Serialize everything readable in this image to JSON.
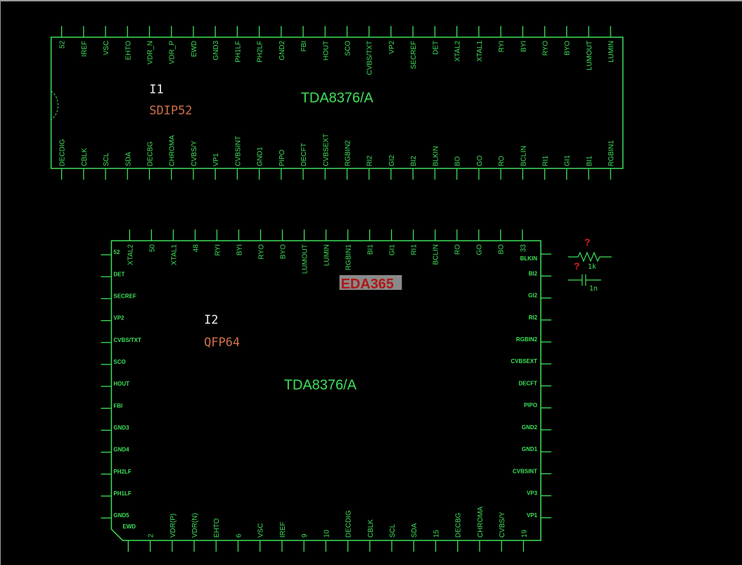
{
  "colors": {
    "wire": "#3fe05a",
    "background": "#000000",
    "designator": "#f0f0f0",
    "package": "#d0704a",
    "watermark": "#b01818",
    "watermark_bg": "#8a8a8a",
    "unknown": "#e02020"
  },
  "chip1": {
    "designator": "I1",
    "package": "SDIP52",
    "part": "TDA8376/A",
    "top_pins": [
      "52",
      "IREF",
      "VSC",
      "EHTO",
      "VDR_N",
      "VDR_P",
      "EWD",
      "GND3",
      "PH1LF",
      "PH2LF",
      "GND2",
      "FBI",
      "HOUT",
      "SCO",
      "CVBS/TXT",
      "VP2",
      "SECREF",
      "DET",
      "XTAL2",
      "XTAL1",
      "RYI",
      "BYI",
      "RYO",
      "BYO",
      "LUMOUT",
      "LUMIN"
    ],
    "bottom_pins": [
      "DECDIG",
      "CBLK",
      "SCL",
      "SDA",
      "DECBG",
      "CHROMA",
      "CVBS/Y",
      "VP1",
      "CVBSINT",
      "GND1",
      "PIPO",
      "DECFT",
      "CVBSEXT",
      "RGBIN2",
      "RI2",
      "GI2",
      "BI2",
      "BLKIN",
      "BO",
      "GO",
      "RO",
      "BCLIN",
      "RI1",
      "GI1",
      "BI1",
      "RGBIN1"
    ]
  },
  "chip2": {
    "designator": "I2",
    "package": "QFP64",
    "part": "TDA8376/A",
    "watermark": "EDA365",
    "top_pins": [
      "XTAL2",
      "50",
      "XTAL1",
      "48",
      "RYI",
      "BYI",
      "RYO",
      "BYO",
      "LUMOUT",
      "LUMIN",
      "RGBIN1",
      "BI1",
      "GI1",
      "RI1",
      "BCLIN",
      "RO",
      "GO",
      "BO",
      "33"
    ],
    "bottom_pins": [
      "",
      "2",
      "VDR(P)",
      "VDR(N)",
      "EHTO",
      "6",
      "VSC",
      "IREF",
      "9",
      "10",
      "DECDIG",
      "CBLK",
      "SCL",
      "SDA",
      "15",
      "DECBG",
      "CHROMA",
      "CVBS/Y",
      "19"
    ],
    "left_pins": [
      "52",
      "DET",
      "SECREF",
      "VP2",
      "CVBS/TXT",
      "SCO",
      "HOUT",
      "FBI",
      "GND3",
      "GND4",
      "PH2LF",
      "PH1LF",
      "GND5"
    ],
    "corner_label": "EWD",
    "right_pins": [
      "BLKIN",
      "BI2",
      "GI2",
      "RI2",
      "RGBIN2",
      "CVBSEXT",
      "DECFT",
      "PIPO",
      "GND2",
      "GND1",
      "CVBSINT",
      "VP3",
      "VP1"
    ]
  },
  "resistor": {
    "designator": "?",
    "value": "1k",
    "value_mark": "?"
  },
  "capacitor": {
    "value": "1n"
  }
}
